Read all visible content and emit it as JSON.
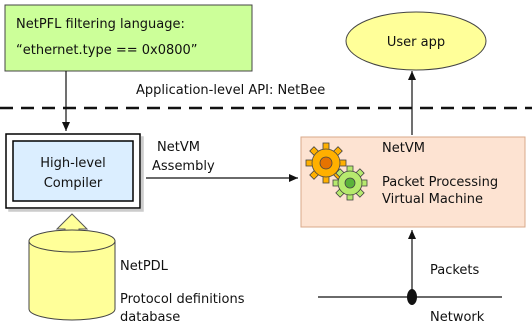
{
  "filter": {
    "line1": "NetPFL filtering language:",
    "line2": "“ethernet.type == 0x0800”"
  },
  "user_app": {
    "label": "User app"
  },
  "api": {
    "label": "Application-level API: NetBee"
  },
  "compiler": {
    "line1": "High-level",
    "line2": "Compiler"
  },
  "netvm_assembly": {
    "line1": "NetVM",
    "line2": "Assembly"
  },
  "netvm": {
    "title": "NetVM",
    "line1": "Packet Processing",
    "line2": "Virtual Machine"
  },
  "netpdl": {
    "name": "NetPDL",
    "line1": "Protocol definitions",
    "line2": "database"
  },
  "packets": {
    "label": "Packets"
  },
  "network": {
    "label": "Network"
  },
  "colors": {
    "filter_fill": "#ccff99",
    "user_app_fill": "#ffff99",
    "compiler_fill": "#dbeeff",
    "compiler_border": "#000000",
    "netvm_fill": "#fde3d2",
    "netvm_border": "#d9a88a",
    "db_fill": "#ffff99",
    "double_arrow_fill": "#ffff99",
    "gear_orange": "#ffb000",
    "gear_green": "#b6ea6e"
  }
}
